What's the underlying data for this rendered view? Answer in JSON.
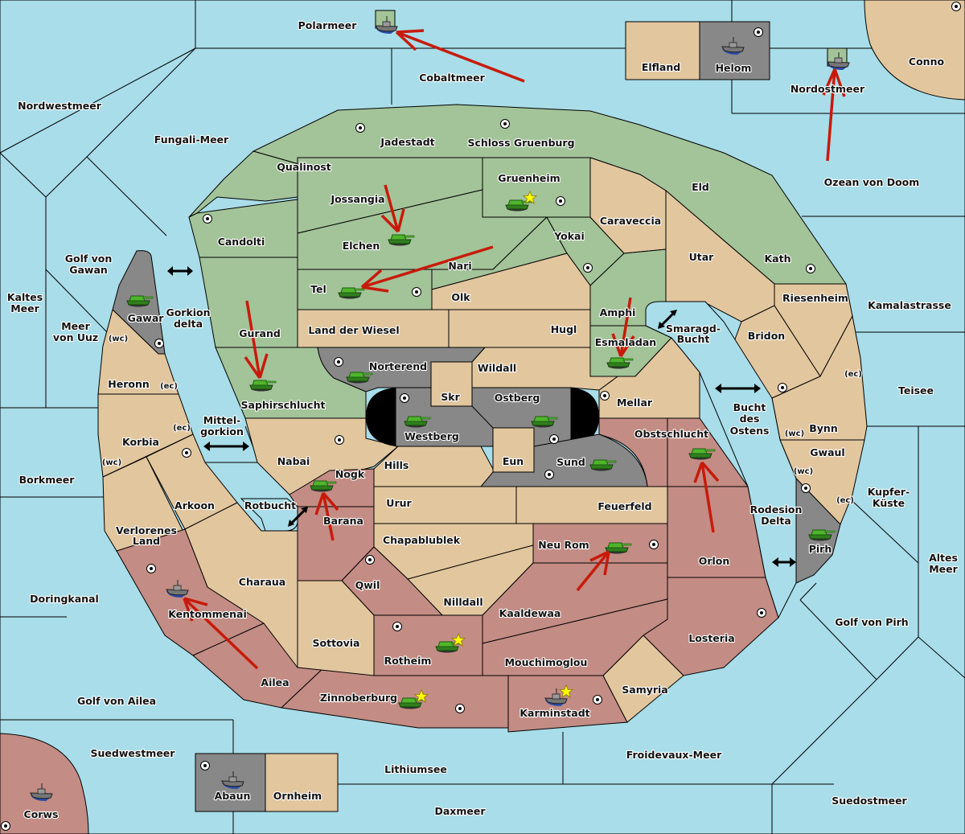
{
  "map": {
    "colors": {
      "sea": "#a8dde9",
      "neutral": "#e2c69e",
      "green_power": "#a3c399",
      "red_power": "#c38c84",
      "grey_power": "#888888",
      "order_arrow": "#c81a0a",
      "star": "#ffff00"
    },
    "sea_labels": [
      {
        "id": "polarmeer",
        "text": "Polarmeer"
      },
      {
        "id": "cobaltmeer",
        "text": "Cobaltmeer"
      },
      {
        "id": "nordwestmeer",
        "text": "Nordwestmeer"
      },
      {
        "id": "fungali-meer",
        "text": "Fungali-Meer"
      },
      {
        "id": "nordostmeer",
        "text": "Nordostmeer"
      },
      {
        "id": "ozean-von-doom",
        "text": "Ozean von Doom"
      },
      {
        "id": "golf-von-gawan-1",
        "text": "Golf von"
      },
      {
        "id": "golf-von-gawan-2",
        "text": "Gawan"
      },
      {
        "id": "kaltes-meer-1",
        "text": "Kaltes"
      },
      {
        "id": "kaltes-meer-2",
        "text": "Meer"
      },
      {
        "id": "meer-von-uuz-1",
        "text": "Meer"
      },
      {
        "id": "meer-von-uuz-2",
        "text": "von Uuz"
      },
      {
        "id": "gorkion-delta-1",
        "text": "Gorkion"
      },
      {
        "id": "gorkion-delta-2",
        "text": "delta"
      },
      {
        "id": "mittelgorkion-1",
        "text": "Mittel-"
      },
      {
        "id": "mittelgorkion-2",
        "text": "gorkion"
      },
      {
        "id": "borkmeer",
        "text": "Borkmeer"
      },
      {
        "id": "rotbucht",
        "text": "Rotbucht"
      },
      {
        "id": "doringkanal",
        "text": "Doringkanal"
      },
      {
        "id": "golf-von-ailea",
        "text": "Golf von Ailea"
      },
      {
        "id": "suedwestmeer",
        "text": "Suedwestmeer"
      },
      {
        "id": "lithiumsee",
        "text": "Lithiumsee"
      },
      {
        "id": "daxmeer",
        "text": "Daxmeer"
      },
      {
        "id": "froidevaux-meer",
        "text": "Froidevaux-Meer"
      },
      {
        "id": "suedostmeer",
        "text": "Suedostmeer"
      },
      {
        "id": "golf-von-pirh",
        "text": "Golf von Pirh"
      },
      {
        "id": "altes-meer-1",
        "text": "Altes"
      },
      {
        "id": "altes-meer-2",
        "text": "Meer"
      },
      {
        "id": "kupfer-kueste-1",
        "text": "Kupfer-"
      },
      {
        "id": "kupfer-kueste-2",
        "text": "Küste"
      },
      {
        "id": "teisee",
        "text": "Teisee"
      },
      {
        "id": "kamalastrasse",
        "text": "Kamalastrasse"
      },
      {
        "id": "rodesion-delta-1",
        "text": "Rodesion"
      },
      {
        "id": "rodesion-delta-2",
        "text": "Delta"
      },
      {
        "id": "bucht-des-ostens-1",
        "text": "Bucht"
      },
      {
        "id": "bucht-des-ostens-2",
        "text": "des"
      },
      {
        "id": "bucht-des-ostens-3",
        "text": "Ostens"
      },
      {
        "id": "smaragd-bucht-1",
        "text": "Smaragd-"
      },
      {
        "id": "smaragd-bucht-2",
        "text": "Bucht"
      }
    ],
    "land_labels": [
      {
        "id": "elfland",
        "text": "Elfland"
      },
      {
        "id": "helom",
        "text": "Helom"
      },
      {
        "id": "conno",
        "text": "Conno"
      },
      {
        "id": "jadestadt",
        "text": "Jadestadt"
      },
      {
        "id": "schloss-gruenburg",
        "text": "Schloss Gruenburg"
      },
      {
        "id": "qualinost",
        "text": "Qualinost"
      },
      {
        "id": "jossangia",
        "text": "Jossangia"
      },
      {
        "id": "gruenheim",
        "text": "Gruenheim"
      },
      {
        "id": "eld",
        "text": "Eld"
      },
      {
        "id": "caraveccia",
        "text": "Caraveccia"
      },
      {
        "id": "candolti",
        "text": "Candolti"
      },
      {
        "id": "elchen",
        "text": "Elchen"
      },
      {
        "id": "yokai",
        "text": "Yokai"
      },
      {
        "id": "utar",
        "text": "Utar"
      },
      {
        "id": "kath",
        "text": "Kath"
      },
      {
        "id": "nari",
        "text": "Nari"
      },
      {
        "id": "tel",
        "text": "Tel"
      },
      {
        "id": "olk",
        "text": "Olk"
      },
      {
        "id": "gawar",
        "text": "Gawar"
      },
      {
        "id": "amphi",
        "text": "Amphi"
      },
      {
        "id": "riesenheim",
        "text": "Riesenheim"
      },
      {
        "id": "gurand",
        "text": "Gurand"
      },
      {
        "id": "land-der-wiesel",
        "text": "Land der Wiesel"
      },
      {
        "id": "hugl",
        "text": "Hugl"
      },
      {
        "id": "bridon",
        "text": "Bridon"
      },
      {
        "id": "esmaladan",
        "text": "Esmaladan"
      },
      {
        "id": "norterend",
        "text": "Norterend"
      },
      {
        "id": "wildall",
        "text": "Wildall"
      },
      {
        "id": "heronn",
        "text": "Heronn"
      },
      {
        "id": "skr",
        "text": "Skr"
      },
      {
        "id": "ostberg",
        "text": "Ostberg"
      },
      {
        "id": "saphirschlucht",
        "text": "Saphirschlucht"
      },
      {
        "id": "mellar",
        "text": "Mellar"
      },
      {
        "id": "westberg",
        "text": "Westberg"
      },
      {
        "id": "bynn",
        "text": "Bynn"
      },
      {
        "id": "obstschlucht",
        "text": "Obstschlucht"
      },
      {
        "id": "korbia",
        "text": "Korbia"
      },
      {
        "id": "gwaul",
        "text": "Gwaul"
      },
      {
        "id": "nabai",
        "text": "Nabai"
      },
      {
        "id": "eun",
        "text": "Eun"
      },
      {
        "id": "sund",
        "text": "Sund"
      },
      {
        "id": "hills",
        "text": "Hills"
      },
      {
        "id": "nogk",
        "text": "Nogk"
      },
      {
        "id": "arkoon",
        "text": "Arkoon"
      },
      {
        "id": "urur",
        "text": "Urur"
      },
      {
        "id": "feuerfeld",
        "text": "Feuerfeld"
      },
      {
        "id": "barana",
        "text": "Barana"
      },
      {
        "id": "verlorenes-land-1",
        "text": "Verlorenes"
      },
      {
        "id": "verlorenes-land-2",
        "text": "Land"
      },
      {
        "id": "chapablublek",
        "text": "Chapablublek"
      },
      {
        "id": "neu-rom",
        "text": "Neu Rom"
      },
      {
        "id": "orlon",
        "text": "Orlon"
      },
      {
        "id": "pirh",
        "text": "Pirh"
      },
      {
        "id": "charaua",
        "text": "Charaua"
      },
      {
        "id": "qwil",
        "text": "Qwil"
      },
      {
        "id": "nilldall",
        "text": "Nilldall"
      },
      {
        "id": "kentommenai",
        "text": "Kentommenai"
      },
      {
        "id": "kaaldewaa",
        "text": "Kaaldewaa"
      },
      {
        "id": "losteria",
        "text": "Losteria"
      },
      {
        "id": "sottovia",
        "text": "Sottovia"
      },
      {
        "id": "rotheim",
        "text": "Rotheim"
      },
      {
        "id": "mouchimoglou",
        "text": "Mouchimoglou"
      },
      {
        "id": "ailea",
        "text": "Ailea"
      },
      {
        "id": "samyria",
        "text": "Samyria"
      },
      {
        "id": "zinnoberburg",
        "text": "Zinnoberburg"
      },
      {
        "id": "karminstadt",
        "text": "Karminstadt"
      },
      {
        "id": "abaun",
        "text": "Abaun"
      },
      {
        "id": "ornheim",
        "text": "Ornheim"
      },
      {
        "id": "corws",
        "text": "Corws"
      }
    ],
    "coast_labels": {
      "wc": "(wc)",
      "ec": "(ec)"
    },
    "units": [
      {
        "type": "fleet",
        "power": "green",
        "location": "Polarmeer"
      },
      {
        "type": "fleet",
        "power": "green",
        "location": "Nordostmeer"
      },
      {
        "type": "fleet",
        "power": "grey",
        "location": "Helom"
      },
      {
        "type": "army",
        "power": "green",
        "location": "Gruenheim",
        "home": true
      },
      {
        "type": "army",
        "power": "green",
        "location": "Elchen"
      },
      {
        "type": "army",
        "power": "green",
        "location": "Tel"
      },
      {
        "type": "army",
        "power": "grey",
        "location": "Gawar"
      },
      {
        "type": "army",
        "power": "green",
        "location": "Saphirschlucht"
      },
      {
        "type": "army",
        "power": "grey",
        "location": "Norterend"
      },
      {
        "type": "army",
        "power": "grey",
        "location": "Westberg"
      },
      {
        "type": "army",
        "power": "grey",
        "location": "Ostberg"
      },
      {
        "type": "army",
        "power": "green",
        "location": "Esmaladan"
      },
      {
        "type": "army",
        "power": "red",
        "location": "Obstschlucht"
      },
      {
        "type": "army",
        "power": "grey",
        "location": "Sund"
      },
      {
        "type": "army",
        "power": "red",
        "location": "Nogk"
      },
      {
        "type": "army",
        "power": "grey",
        "location": "Pirh"
      },
      {
        "type": "army",
        "power": "red",
        "location": "Neu Rom"
      },
      {
        "type": "fleet",
        "power": "red",
        "location": "Kentommenai"
      },
      {
        "type": "army",
        "power": "red",
        "location": "Rotheim",
        "home": true
      },
      {
        "type": "army",
        "power": "red",
        "location": "Zinnoberburg",
        "home": true
      },
      {
        "type": "fleet",
        "power": "red",
        "location": "Karminstadt",
        "home": true
      },
      {
        "type": "fleet",
        "power": "grey",
        "location": "Abaun"
      },
      {
        "type": "fleet",
        "power": "red",
        "location": "Corws"
      }
    ]
  }
}
